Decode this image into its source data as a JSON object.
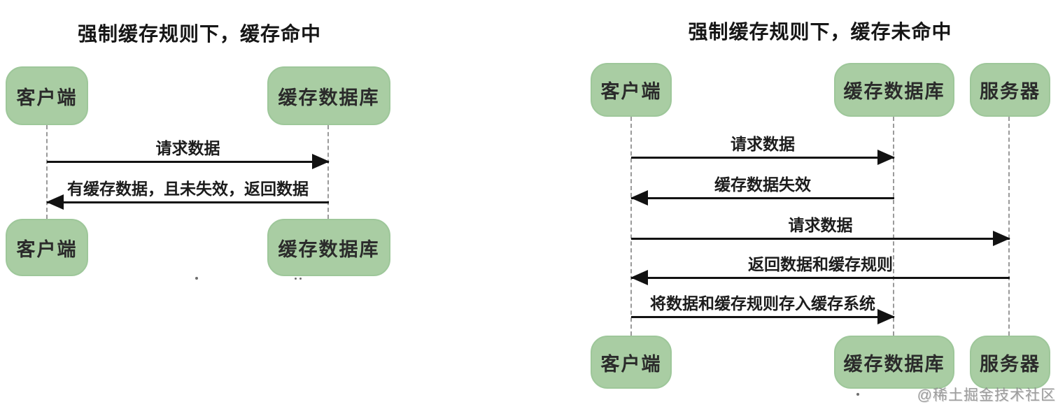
{
  "watermark": "@稀土掘金技术社区",
  "colors": {
    "background": "#ffffff",
    "actor_fill": "#a9cda3",
    "actor_border": "#9ec79a",
    "actor_text": "#2b2b2b",
    "message_line": "#121212",
    "message_text": "#1c1c1c",
    "lifeline": "#9a9a9a",
    "title_text": "#161616",
    "watermark_text": "#8d8d8d"
  },
  "diagrams": [
    {
      "title": "强制缓存规则下，缓存命中",
      "actors": [
        {
          "label": "客户端"
        },
        {
          "label": "缓存数据库"
        }
      ],
      "messages": [
        {
          "label": "请求数据",
          "from": "客户端",
          "to": "缓存数据库",
          "direction": "right"
        },
        {
          "label": "有缓存数据，且未失效，返回数据",
          "from": "缓存数据库",
          "to": "客户端",
          "direction": "left"
        }
      ]
    },
    {
      "title": "强制缓存规则下，缓存未命中",
      "actors": [
        {
          "label": "客户端"
        },
        {
          "label": "缓存数据库"
        },
        {
          "label": "服务器"
        }
      ],
      "messages": [
        {
          "label": "请求数据",
          "from": "客户端",
          "to": "缓存数据库",
          "direction": "right"
        },
        {
          "label": "缓存数据失效",
          "from": "缓存数据库",
          "to": "客户端",
          "direction": "left"
        },
        {
          "label": "请求数据",
          "from": "客户端",
          "to": "服务器",
          "direction": "right"
        },
        {
          "label": "返回数据和缓存规则",
          "from": "服务器",
          "to": "客户端",
          "direction": "left"
        },
        {
          "label": "将数据和缓存规则存入缓存系统",
          "from": "客户端",
          "to": "缓存数据库",
          "direction": "right"
        }
      ]
    }
  ]
}
